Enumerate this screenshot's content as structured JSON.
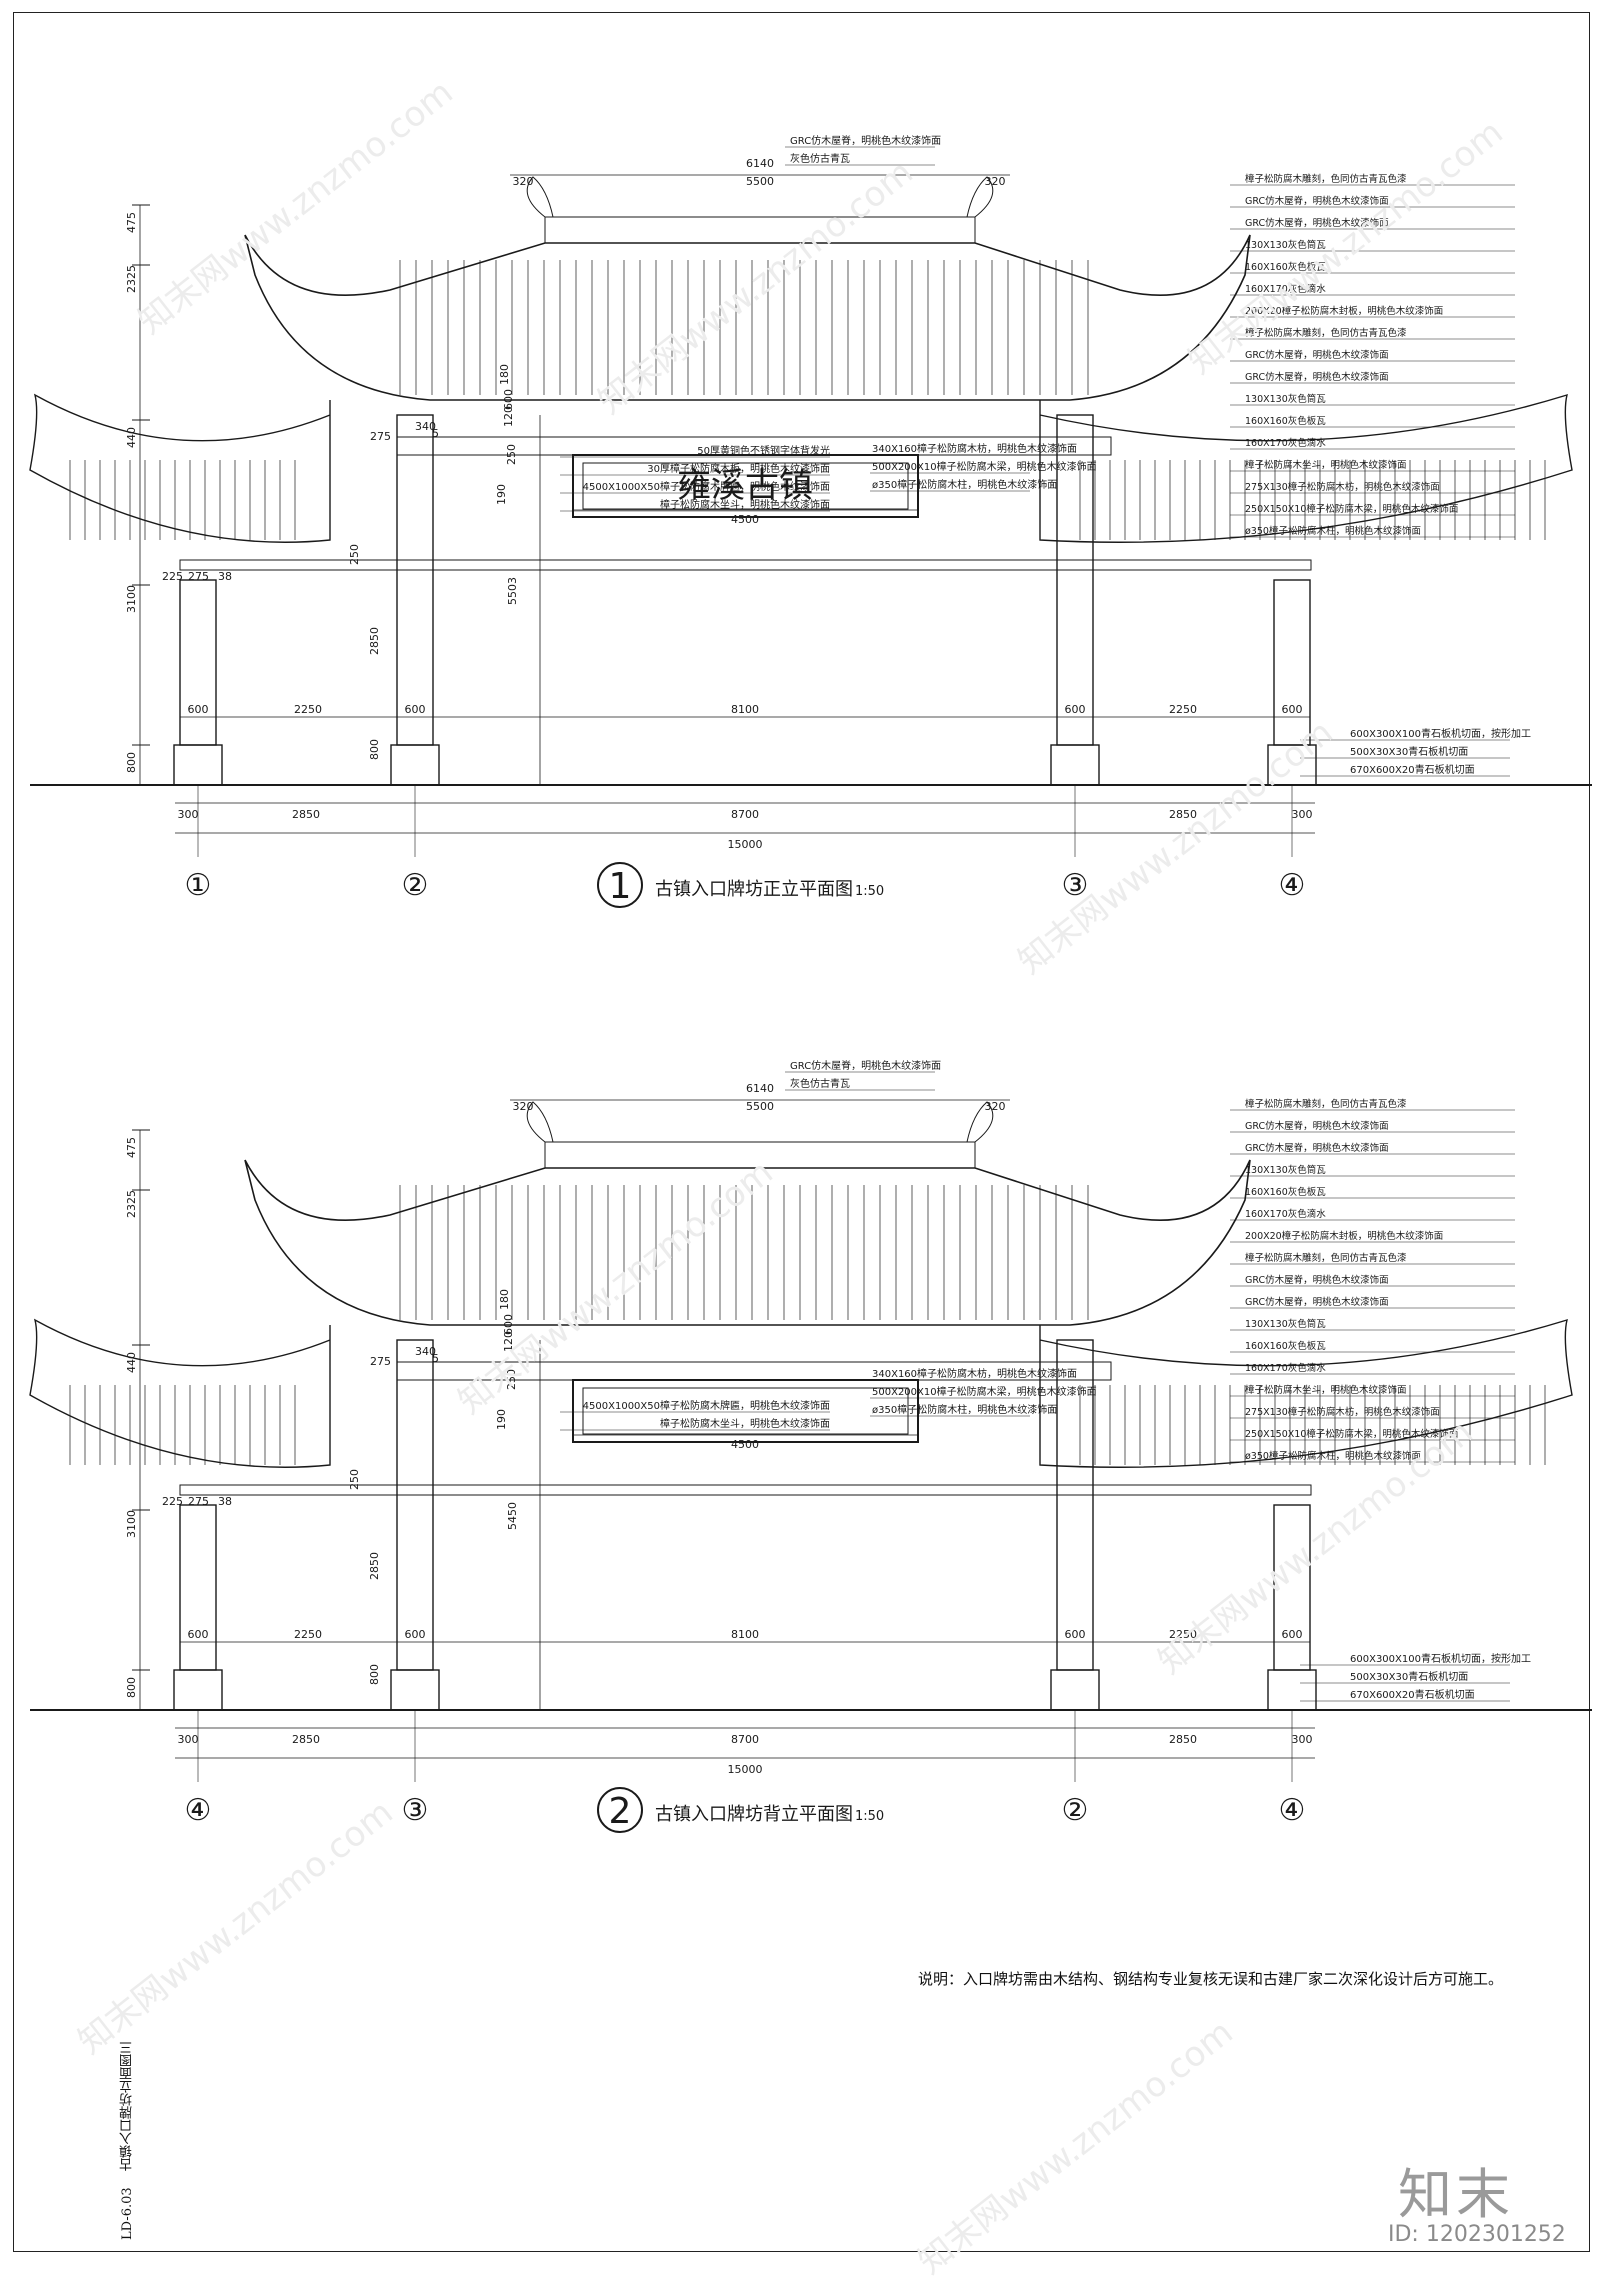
{
  "drawings": [
    {
      "circle_num": "1",
      "title": "古镇入口牌坊正立平面图",
      "scale": "1:50",
      "sign": "雍溪古镇",
      "axes": [
        "①",
        "②",
        "③",
        "④"
      ],
      "height_tall": "5503",
      "center_callouts": [
        "50厚黄铜色不锈钢字体背发光",
        "30厚樟子松防腐木板，明桃色木纹漆饰面",
        "4500X1000X50樟子松防腐木牌匾，明桃色木纹漆饰面",
        "樟子松防腐木坐斗，明桃色木纹漆饰面"
      ]
    },
    {
      "circle_num": "2",
      "title": "古镇入口牌坊背立平面图",
      "scale": "1:50",
      "sign": "",
      "axes": [
        "④",
        "③",
        "②",
        "④"
      ],
      "height_tall": "5450",
      "center_callouts": [
        "4500X1000X50樟子松防腐木牌匾，明桃色木纹漆饰面",
        "樟子松防腐木坐斗，明桃色木纹漆饰面"
      ]
    }
  ],
  "dims": {
    "top_span": "6140",
    "top_inner": "5500",
    "edge": "320",
    "left_heights": [
      "475",
      "2325",
      "440",
      "3100",
      "800"
    ],
    "inner_heights": [
      "275",
      "340",
      "5",
      "180",
      "600",
      "120",
      "250",
      "190",
      "2850",
      "800",
      "250"
    ],
    "small": [
      "225",
      "275",
      "38"
    ],
    "board": "4500",
    "col_row": [
      "600",
      "2250",
      "600",
      "8100",
      "600",
      "2250",
      "600"
    ],
    "base_row": [
      "300",
      "2850",
      "8700",
      "2850",
      "300"
    ],
    "total": "15000"
  },
  "callouts_top": [
    "GRC仿木屋脊，明桃色木纹漆饰面",
    "灰色仿古青瓦"
  ],
  "callouts_mid": [
    "340X160樟子松防腐木枋，明桃色木纹漆饰面",
    "500X200X10樟子松防腐木梁，明桃色木纹漆饰面",
    "ø350樟子松防腐木柱，明桃色木纹漆饰面"
  ],
  "callouts_right": [
    "樟子松防腐木雕刻，色同仿古青瓦色漆",
    "GRC仿木屋脊，明桃色木纹漆饰面",
    "GRC仿木屋脊，明桃色木纹漆饰面",
    "130X130灰色筒瓦",
    "160X160灰色板瓦",
    "160X170灰色滴水",
    "200X20樟子松防腐木封板，明桃色木纹漆饰面",
    "樟子松防腐木雕刻，色同仿古青瓦色漆",
    "GRC仿木屋脊，明桃色木纹漆饰面",
    "GRC仿木屋脊，明桃色木纹漆饰面",
    "130X130灰色筒瓦",
    "160X160灰色板瓦",
    "160X170灰色滴水",
    "樟子松防腐木坐斗，明桃色木纹漆饰面",
    "275X130樟子松防腐木枋，明桃色木纹漆饰面",
    "250X150X10樟子松防腐木梁，明桃色木纹漆饰面",
    "ø350樟子松防腐木柱，明桃色木纹漆饰面"
  ],
  "callouts_base": [
    "600X300X100青石板机切面，按形加工",
    "500X30X30青石板机切面",
    "670X600X20青石板机切面"
  ],
  "note": "说明：入口牌坊需由木结构、钢结构专业复核无误和古建厂家二次深化设计后方可施工。",
  "sidebar": "古镇入口牌坊立面图三",
  "sidebar_code": "LD-6.03",
  "logo": "知末",
  "id_text": "ID: 1202301252",
  "watermark": "知末网www.znzmo.com",
  "colors": {
    "line": "#1a1a1a",
    "fill": "#ffffff",
    "watermark": "#ececec"
  }
}
